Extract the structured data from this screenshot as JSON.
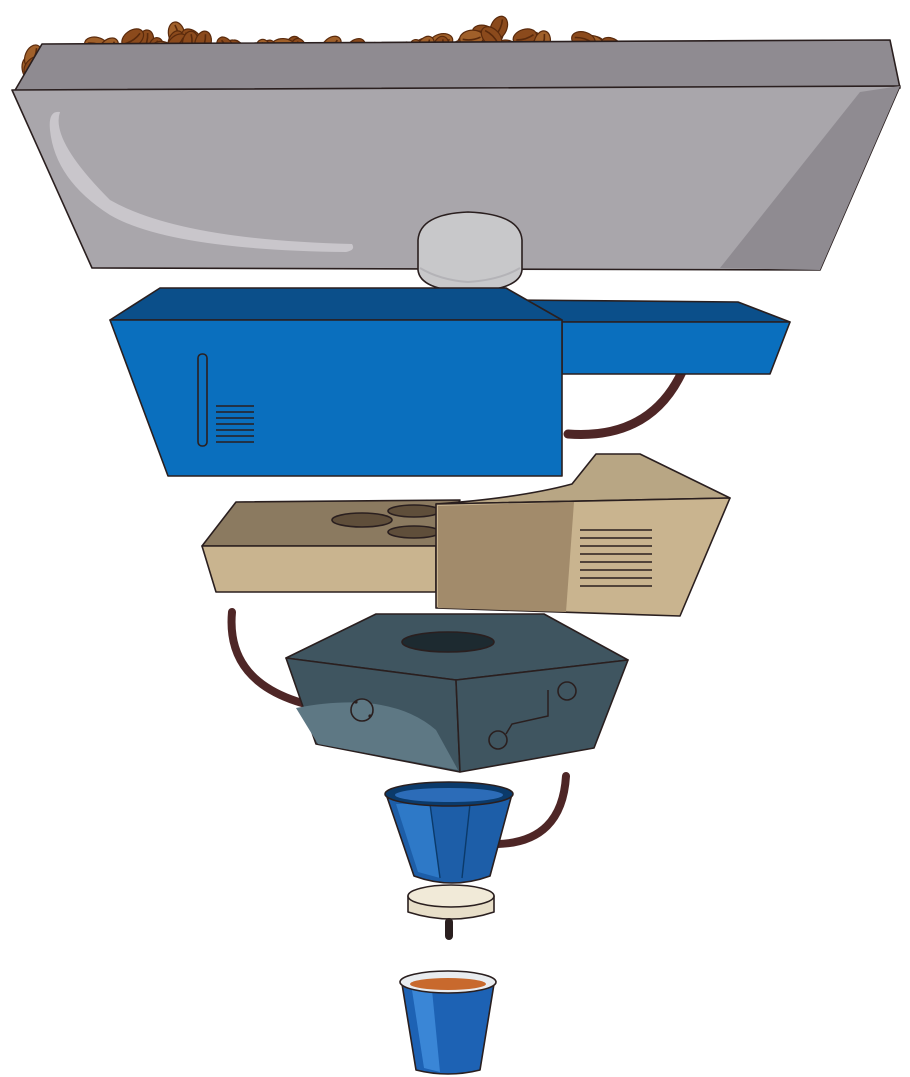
{
  "diagram": {
    "kind": "exploded-view illustration",
    "components": [
      {
        "id": "bean-hopper",
        "contents": "coffee-beans"
      },
      {
        "id": "grinder-unit"
      },
      {
        "id": "water-tank-unit"
      },
      {
        "id": "boiler-unit"
      },
      {
        "id": "brew-funnel"
      },
      {
        "id": "espresso-cup"
      }
    ],
    "colors": {
      "hopper": "#a9a6ab",
      "hopper_shadow": "#8f8b91",
      "beans": "#8b4a1c",
      "beans_dark": "#5a2a0c",
      "grinder": "#0a6fbe",
      "grinder_dark": "#0b4f8a",
      "tank": "#c9b48f",
      "tank_shadow": "#a28b6b",
      "boiler": "#3f5560",
      "boiler_light": "#5e7884",
      "funnel": "#1d5ea8",
      "tube": "#4e2626",
      "cup": "#1d62b4",
      "coffee": "#c8692d",
      "outline": "#2a1f1f"
    },
    "text_labels": []
  }
}
